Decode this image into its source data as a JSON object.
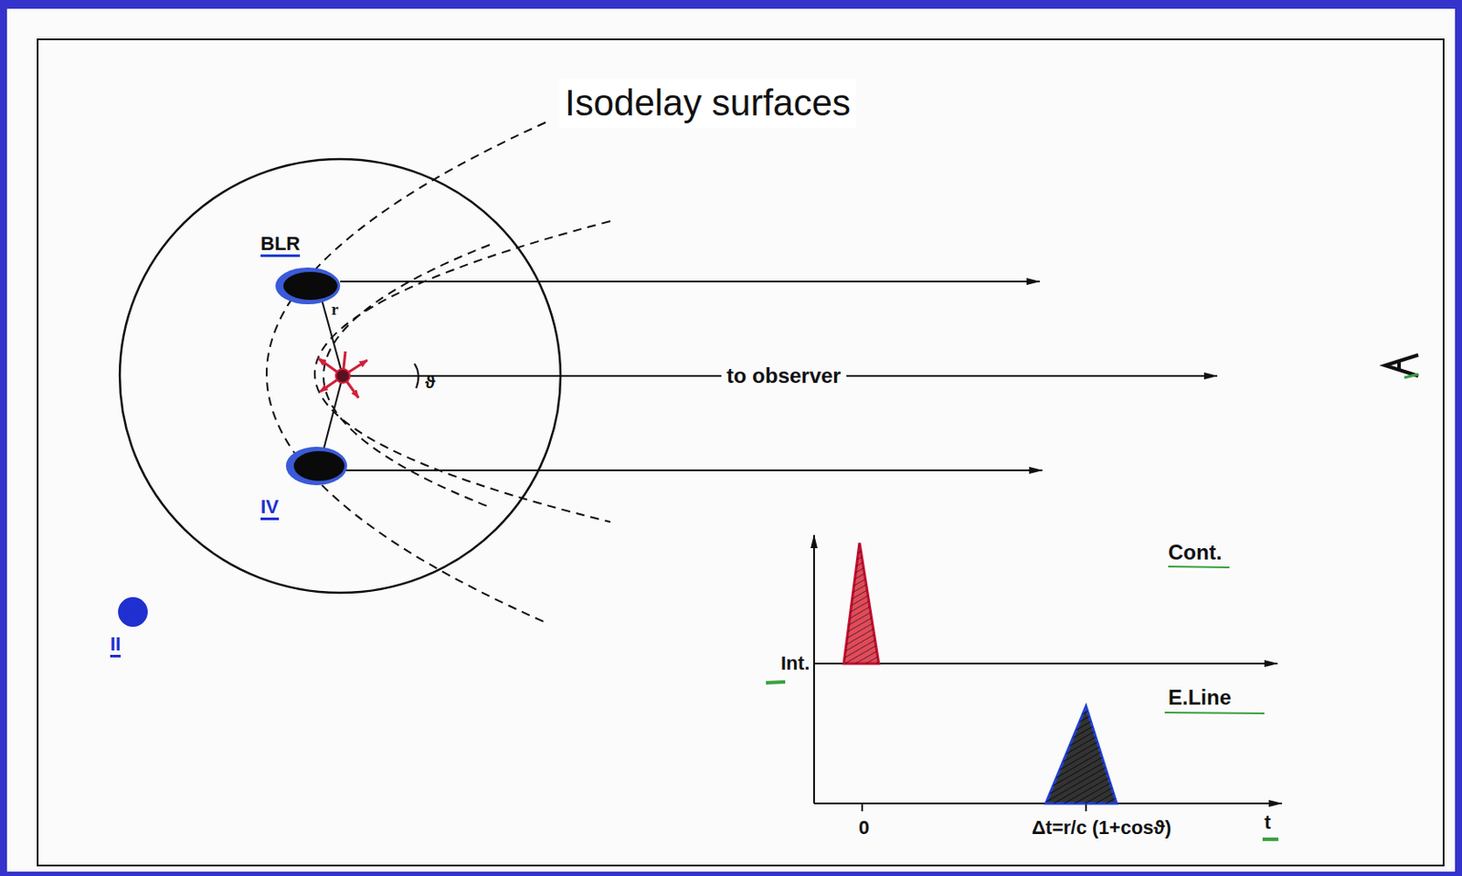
{
  "diagram": {
    "nodes": [
      {
        "text": [
          "BLR"
        ]
      },
      {
        "text": [
          "IV"
        ]
      },
      {
        "text": [
          "II"
        ]
      }
    ],
    "labels": [
      "Isodelay surfaces",
      "r",
      "ϑ",
      "to observer",
      "Cont.",
      "Int.",
      "E.Line",
      "0",
      "Δt=r/c (1+cosϑ)",
      "t"
    ]
  }
}
